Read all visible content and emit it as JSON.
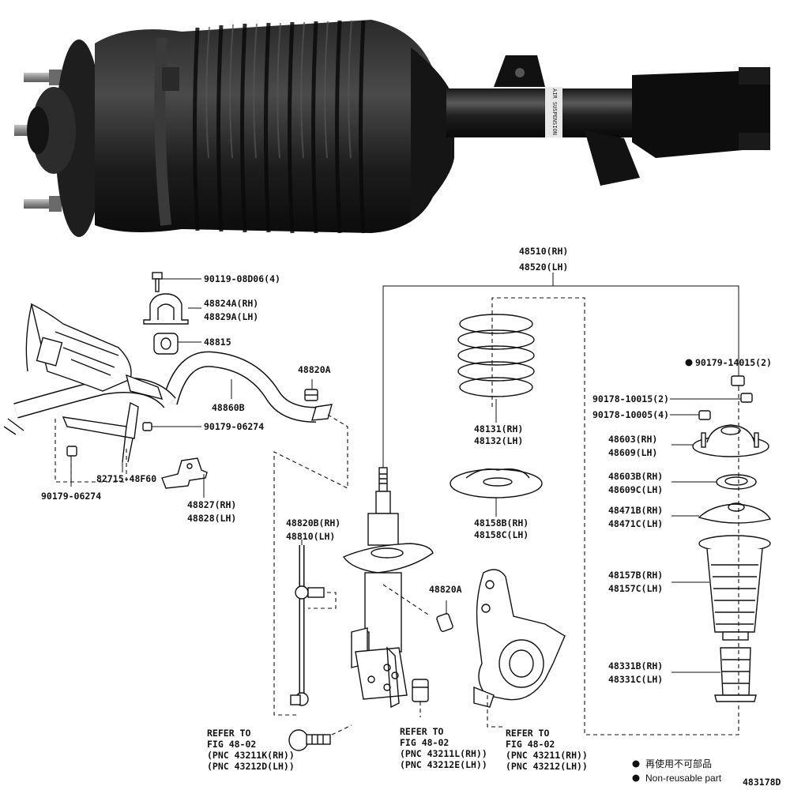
{
  "labels": {
    "assy_rh": "48510(RH)",
    "assy_lh": "48520(LH)",
    "bolt": "90119-08D06(4)",
    "bushing_bracket_rh": "48824A(RH)",
    "bushing_bracket_lh": "48829A(LH)",
    "bushing": "48815",
    "nut_top": "48820A",
    "stabilizer_bar": "48860B",
    "nut_small": "90179-06274",
    "bracket": "82715-48F60",
    "nut_bottom_left": "90179-06274",
    "bracket2_rh": "48827(RH)",
    "bracket2_lh": "48828(LH)",
    "link_rh": "48820B(RH)",
    "link_lh": "48810(LH)",
    "nut_mid": "48820A",
    "spring_rh": "48131(RH)",
    "spring_lh": "48132(LH)",
    "insulator_rh": "48158B(RH)",
    "insulator_lh": "48158C(LH)",
    "nut_nr": "90179-14015(2)",
    "nut_1": "90178-10015(2)",
    "nut_2": "90178-10005(4)",
    "support_rh": "48603(RH)",
    "support_lh": "48609(LH)",
    "bearing_rh": "48603B(RH)",
    "bearing_lh": "48609C(LH)",
    "seat_rh": "48471B(RH)",
    "seat_lh": "48471C(LH)",
    "boot_rh": "48157B(RH)",
    "boot_lh": "48157C(LH)",
    "bumper_rh": "48331B(RH)",
    "bumper_lh": "48331C(LH)",
    "refer1": [
      "REFER TO",
      "FIG 48-02",
      "(PNC 43211K(RH))",
      "(PNC 43212D(LH))"
    ],
    "refer2": [
      "REFER TO",
      "FIG 48-02",
      "(PNC 43211L(RH))",
      "(PNC 43212E(LH))"
    ],
    "refer3": [
      "REFER TO",
      "FIG 48-02",
      "(PNC 43211(RH))",
      "(PNC 43212(LH))"
    ],
    "legend_cn": "再使用不可部品",
    "legend_en": "Non-reusable part",
    "diagram_id": "483178D",
    "strut_print": "AIR SUSPENSION"
  }
}
